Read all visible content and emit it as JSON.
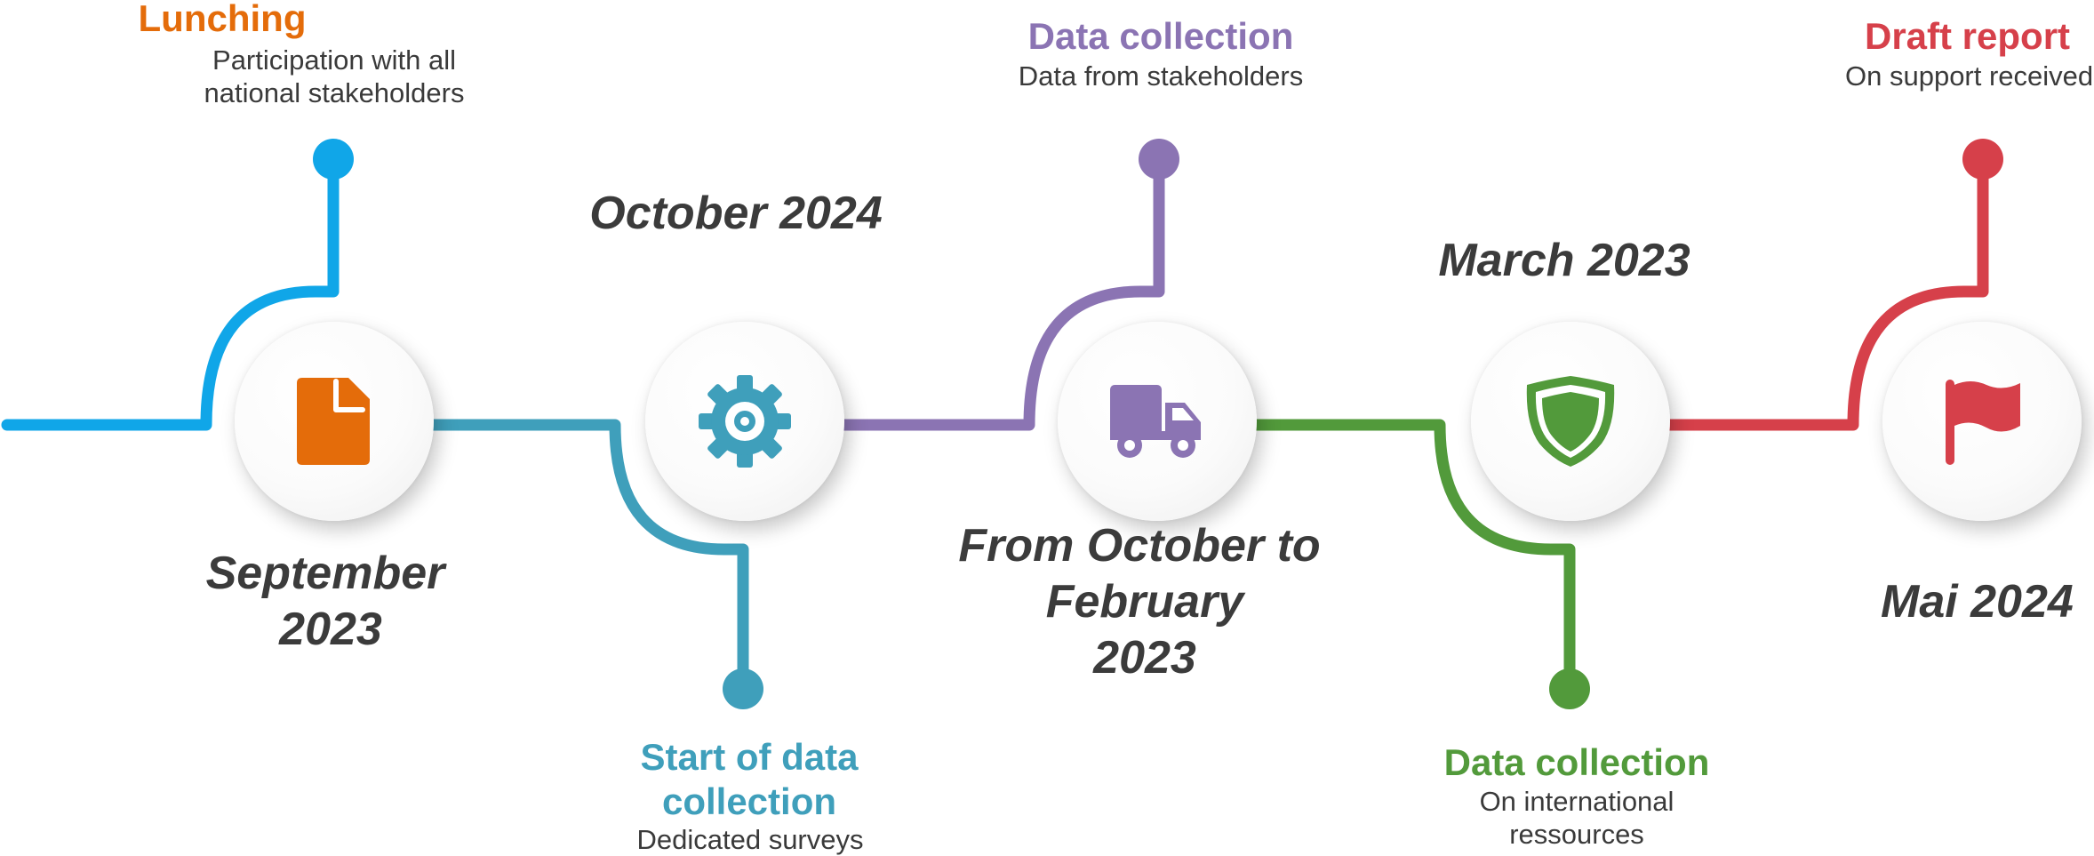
{
  "colors": {
    "blue": "#10a6e8",
    "teal": "#3f9fbb",
    "purple": "#8b74b3",
    "green": "#529a3b",
    "red": "#d6404a",
    "orange": "#e46c0a",
    "date_text": "#3b3b3b"
  },
  "milestones": [
    {
      "title": "Lunching",
      "title_color": "#e46c0a",
      "line_color": "#10a6e8",
      "desc_lines": [
        "Participation with all",
        "national stakeholders"
      ],
      "date_lines": [
        "September",
        "2023"
      ],
      "icon": "document-icon",
      "icon_color": "#e46c0a"
    },
    {
      "title_lines": [
        "Start of data",
        "collection"
      ],
      "title_color": "#3f9fbb",
      "line_color": "#3f9fbb",
      "desc_lines": [
        "Dedicated surveys"
      ],
      "date_lines": [
        "October 2024"
      ],
      "icon": "gear-icon",
      "icon_color": "#3f9fbb"
    },
    {
      "title": "Data collection",
      "title_color": "#8b74b3",
      "line_color": "#8b74b3",
      "desc_lines": [
        "Data from stakeholders"
      ],
      "date_lines": [
        "From October to",
        "February",
        "2023"
      ],
      "icon": "truck-icon",
      "icon_color": "#8b74b3"
    },
    {
      "title": "Data collection",
      "title_color": "#529a3b",
      "line_color": "#529a3b",
      "desc_lines": [
        "On international",
        "ressources"
      ],
      "date_lines": [
        "March 2023"
      ],
      "icon": "shield-icon",
      "icon_color": "#529a3b"
    },
    {
      "title": "Draft report",
      "title_color": "#d6404a",
      "line_color": "#d6404a",
      "desc_lines": [
        "On support received"
      ],
      "date_lines": [
        "Mai 2024"
      ],
      "icon": "flag-icon",
      "icon_color": "#d6404a"
    }
  ]
}
